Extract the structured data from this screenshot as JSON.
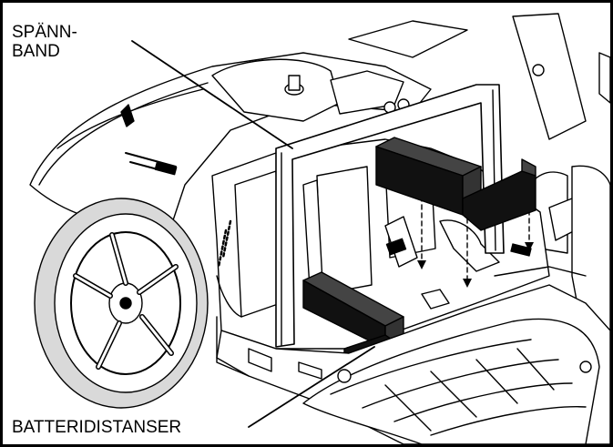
{
  "labels": {
    "strap_line1": "SPÄNN-",
    "strap_line2": "BAND",
    "spacers": "BATTERIDISTANSER"
  },
  "colors": {
    "ink": "#000000",
    "paper": "#ffffff",
    "spacer_fill": "#111111",
    "tire_tread": "#d9d9d9"
  }
}
